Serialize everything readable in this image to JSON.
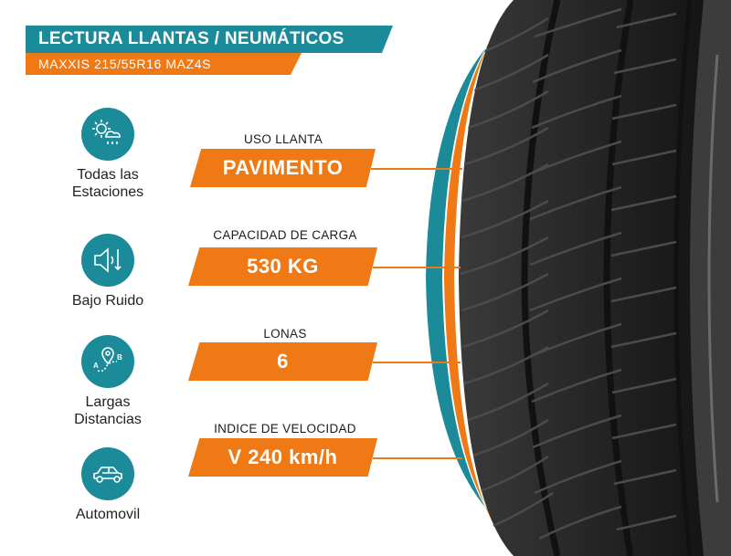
{
  "header": {
    "title": "LECTURA LLANTAS / NEUMÁTICOS",
    "subtitle": "MAXXIS 215/55R16 MAZ4S"
  },
  "features": [
    {
      "icon": "weather-all-seasons-icon",
      "label_line1": "Todas las",
      "label_line2": "Estaciones"
    },
    {
      "icon": "low-noise-speaker-icon",
      "label_line1": "Bajo Ruido",
      "label_line2": ""
    },
    {
      "icon": "route-a-to-b-icon",
      "label_line1": "Largas",
      "label_line2": "Distancias"
    },
    {
      "icon": "car-icon",
      "label_line1": "Automovil",
      "label_line2": ""
    }
  ],
  "specs": [
    {
      "caption": "USO LLANTA",
      "value": "PAVIMENTO"
    },
    {
      "caption": "CAPACIDAD DE CARGA",
      "value": "530 KG"
    },
    {
      "caption": "LONAS",
      "value": "6"
    },
    {
      "caption": "INDICE DE VELOCIDAD",
      "value": "V 240 km/h"
    }
  ],
  "colors": {
    "teal": "#1b8a99",
    "orange": "#ef7a15",
    "tire": "#2a2a2a"
  }
}
